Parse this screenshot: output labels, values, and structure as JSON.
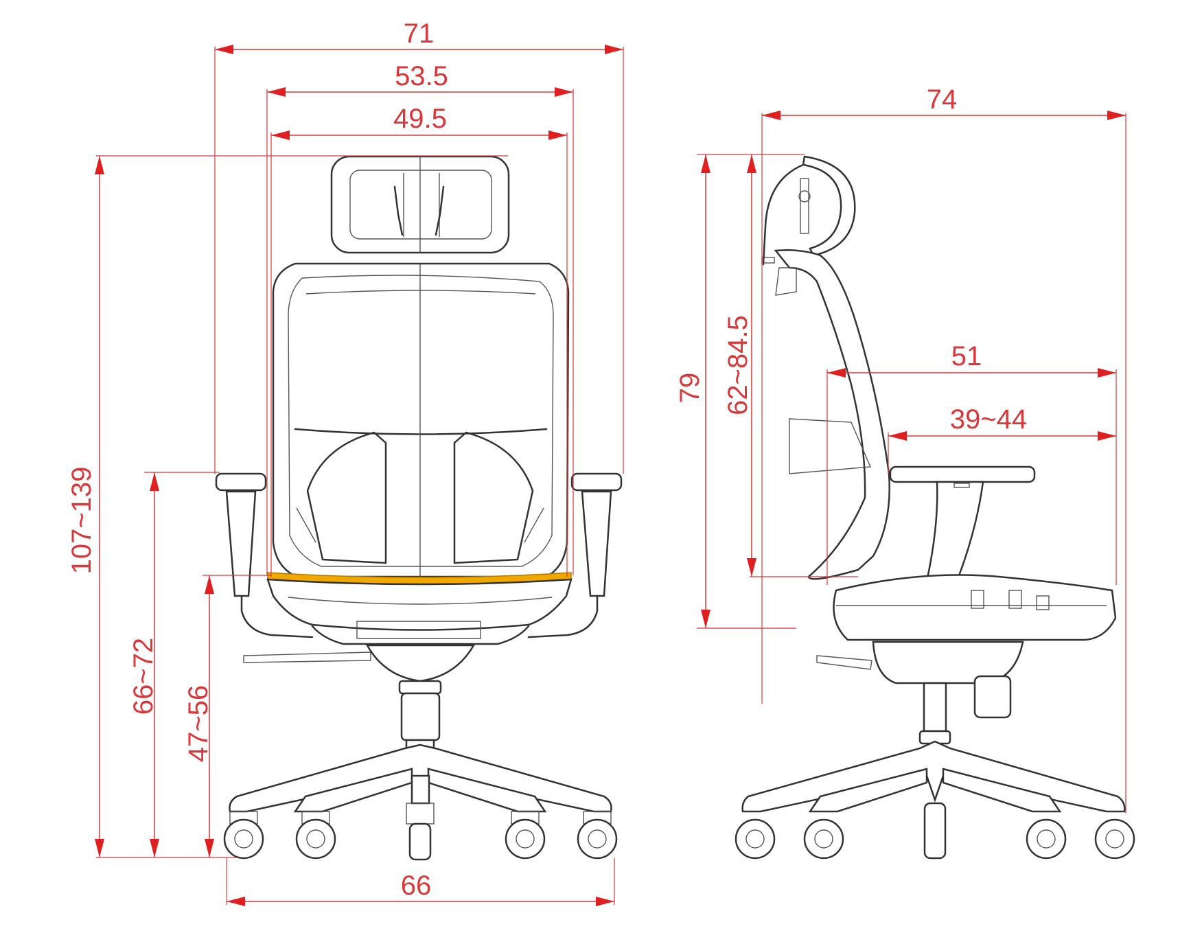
{
  "dimensions": {
    "front": {
      "overall_width": "71",
      "back_outer_width": "53.5",
      "back_inner_width": "49.5",
      "overall_height": "107~139",
      "armrest_height": "66~72",
      "seat_height": "47~56",
      "base_width": "66"
    },
    "side": {
      "overall_depth": "74",
      "arm_span": "51",
      "seat_depth": "39~44",
      "back_height": "79",
      "back_adjust_height": "62~84.5"
    }
  },
  "colors": {
    "dimension": "#d8383a",
    "arrow": "#e02020",
    "outline": "#333333",
    "mesh": "#e7b24a",
    "mesh_background": "#fbf6e4",
    "seat_edge": "#f0a800"
  }
}
